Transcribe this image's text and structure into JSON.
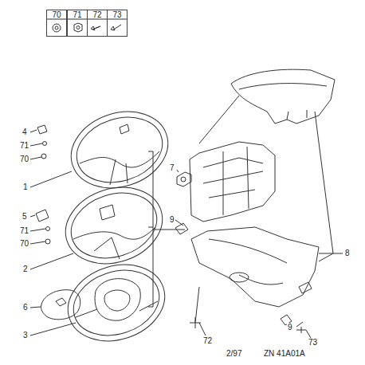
{
  "diagram": {
    "nodes": [
      {
        "text": [
          "70"
        ]
      },
      {
        "text": [
          "71"
        ]
      },
      {
        "text": [
          "72"
        ]
      },
      {
        "text": [
          "73"
        ]
      }
    ],
    "labels": [
      "4",
      "71",
      "70",
      "1",
      "5",
      "71",
      "70",
      "2",
      "6",
      "3",
      "7",
      "9",
      "8",
      "9",
      "72",
      "73",
      "2/97",
      "ZN 41A01A"
    ]
  }
}
